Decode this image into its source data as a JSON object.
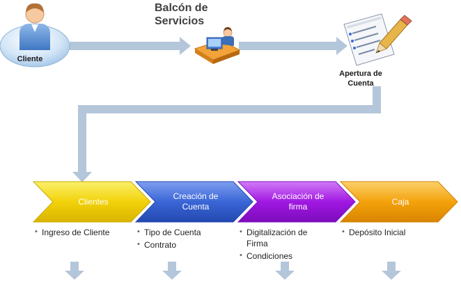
{
  "top_flow": {
    "client_label": "Cliente",
    "balcon_title": "Balcón de Servicios",
    "apertura_label": "Apertura de Cuenta"
  },
  "stages": [
    {
      "title": "Clientes",
      "items": [
        "Ingreso de Cliente"
      ]
    },
    {
      "title": "Creación de Cuenta",
      "items": [
        "Tipo de Cuenta",
        "Contrato"
      ]
    },
    {
      "title": "Asociación de firma",
      "items": [
        "Digitalización de Firma",
        "Condiciones"
      ]
    },
    {
      "title": "Caja",
      "items": [
        "Depósito Inicial"
      ]
    }
  ],
  "colors": {
    "connector": "#b4c6d9",
    "stage_clientes": "#f2d20a",
    "stage_creacion": "#3a66d6",
    "stage_asociacion": "#a018e2",
    "stage_caja": "#f4a20c"
  }
}
